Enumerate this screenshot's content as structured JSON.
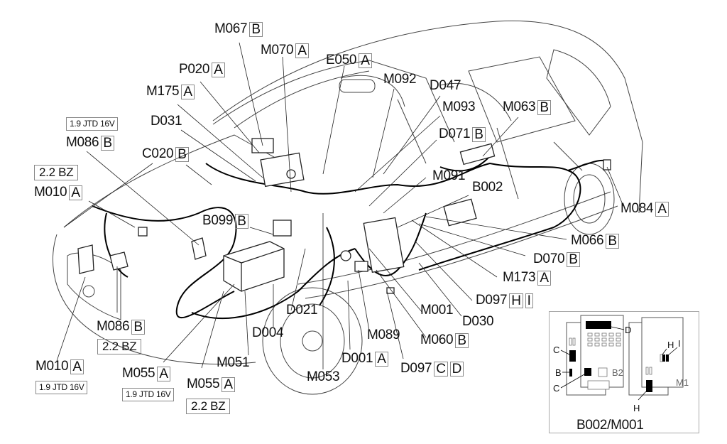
{
  "diagram": {
    "subject": "Vehicle wiring harness component location",
    "labels": [
      {
        "id": "M067",
        "boxes": [
          "B"
        ]
      },
      {
        "id": "M070",
        "boxes": [
          "A"
        ]
      },
      {
        "id": "E050",
        "boxes": [
          "A"
        ]
      },
      {
        "id": "P020",
        "boxes": [
          "A"
        ]
      },
      {
        "id": "M092",
        "boxes": []
      },
      {
        "id": "D047",
        "boxes": []
      },
      {
        "id": "M175",
        "boxes": [
          "A"
        ]
      },
      {
        "id": "M093",
        "boxes": []
      },
      {
        "id": "M063",
        "boxes": [
          "B"
        ]
      },
      {
        "id": "D031",
        "boxes": []
      },
      {
        "id": "D071",
        "boxes": [
          "B"
        ]
      },
      {
        "id": "M086",
        "boxes": [
          "B"
        ],
        "variant": "1.9 JTD 16V"
      },
      {
        "id": "C020",
        "boxes": [
          "B"
        ]
      },
      {
        "id": "M091",
        "boxes": []
      },
      {
        "id": "B002",
        "boxes": []
      },
      {
        "id": "M010",
        "boxes": [
          "A"
        ],
        "variant": "2.2 BZ"
      },
      {
        "id": "M084",
        "boxes": [
          "A"
        ]
      },
      {
        "id": "B099",
        "boxes": [
          "B"
        ]
      },
      {
        "id": "M066",
        "boxes": [
          "B"
        ]
      },
      {
        "id": "D070",
        "boxes": [
          "B"
        ]
      },
      {
        "id": "M173",
        "boxes": [
          "A"
        ]
      },
      {
        "id": "D097",
        "boxes": [
          "H",
          "I"
        ]
      },
      {
        "id": "M001",
        "boxes": []
      },
      {
        "id": "D030",
        "boxes": []
      },
      {
        "id": "D021",
        "boxes": []
      },
      {
        "id": "M086",
        "boxes": [
          "B"
        ],
        "variant": "2.2 BZ"
      },
      {
        "id": "D004",
        "boxes": []
      },
      {
        "id": "M060",
        "boxes": [
          "B"
        ]
      },
      {
        "id": "M089",
        "boxes": []
      },
      {
        "id": "M051",
        "boxes": []
      },
      {
        "id": "D001",
        "boxes": [
          "A"
        ]
      },
      {
        "id": "D097",
        "boxes": [
          "C",
          "D"
        ]
      },
      {
        "id": "M010",
        "boxes": [
          "A"
        ],
        "variant": "1.9 JTD 16V"
      },
      {
        "id": "M055",
        "boxes": [
          "A"
        ],
        "variant": "1.9 JTD 16V"
      },
      {
        "id": "M053",
        "boxes": []
      },
      {
        "id": "M055",
        "boxes": [
          "A"
        ],
        "variant": "2.2 BZ"
      }
    ],
    "inset": {
      "title": "B002/M001",
      "module_left": "B2",
      "module_right": "M1",
      "connector_letters": [
        "C",
        "B",
        "C",
        "D",
        "H",
        "I",
        "H"
      ]
    }
  }
}
